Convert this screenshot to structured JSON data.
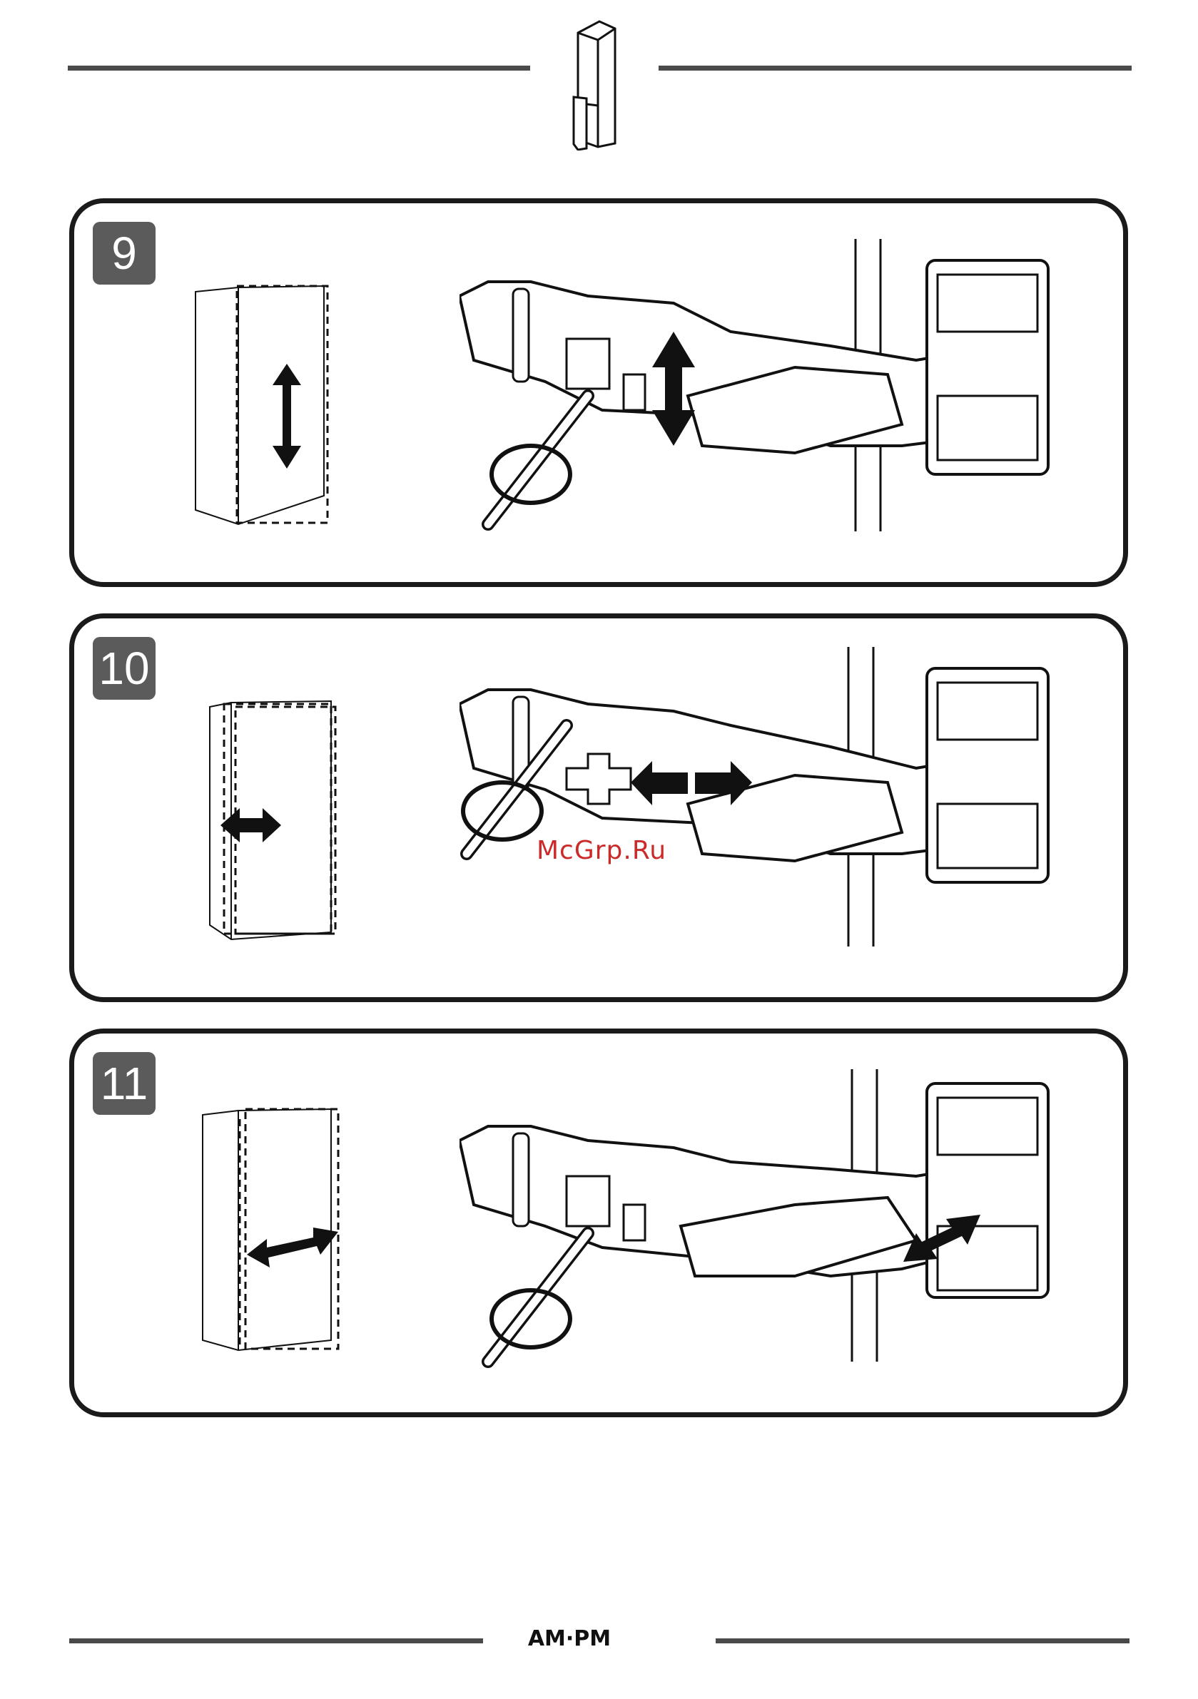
{
  "header": {
    "icon": "hinge-bracket-icon"
  },
  "steps": [
    {
      "number": "9",
      "adjustment": "vertical"
    },
    {
      "number": "10",
      "adjustment": "horizontal"
    },
    {
      "number": "11",
      "adjustment": "depth"
    }
  ],
  "watermark": {
    "text": "McGrp.Ru",
    "color": "#cc2a2a"
  },
  "footer": {
    "brand": "AM·PM"
  },
  "colors": {
    "badge": "#5b5b5b",
    "rule": "#4a4a4a",
    "ink": "#1a1a1a"
  }
}
